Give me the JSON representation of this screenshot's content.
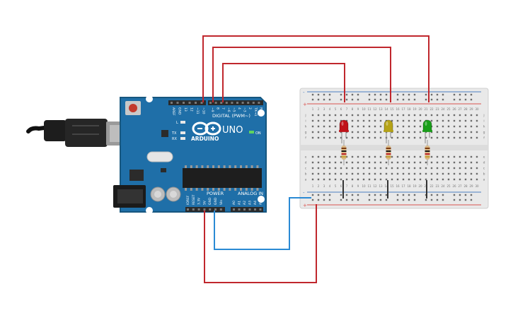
{
  "arduino": {
    "brand": "ARDUINO",
    "model": "UNO",
    "digital_header": "DIGITAL (PWM~)",
    "power_header": "POWER",
    "analog_header": "ANALOG IN",
    "on_label": "ON",
    "l_label": "L",
    "tx_label": "TX",
    "rx_label": "RX",
    "top_pin_labels": [
      "AREF",
      "GND",
      "13",
      "12",
      "~11",
      "~10",
      "~9",
      "8",
      "7",
      "~6",
      "~5",
      "4",
      "~3",
      "2",
      "TX→1",
      "RX←0"
    ],
    "power_pin_labels": [
      "IOREF",
      "RESET",
      "3.3V",
      "5V",
      "GND",
      "GND",
      "Vin"
    ],
    "analog_pin_labels": [
      "A0",
      "A1",
      "A2",
      "A3",
      "A4",
      "A5"
    ],
    "colors": {
      "board": "#1f6fa8",
      "board_edge": "#17577f",
      "header": "#2b2b2b"
    }
  },
  "breadboard": {
    "column_numbers": [
      "1",
      "2",
      "3",
      "4",
      "5",
      "6",
      "7",
      "8",
      "9",
      "10",
      "11",
      "12",
      "13",
      "14",
      "15",
      "16",
      "17",
      "18",
      "19",
      "20",
      "21",
      "22",
      "23",
      "24",
      "25",
      "26",
      "27",
      "28",
      "29",
      "30"
    ],
    "row_letters_top": [
      "j",
      "i",
      "h",
      "g",
      "f"
    ],
    "row_letters_bottom": [
      "e",
      "d",
      "c",
      "b",
      "a"
    ],
    "rail_plus": "+",
    "rail_minus": "-",
    "colors": {
      "body": "#e9e9e9",
      "hole": "#6b6b6b",
      "rail_red": "#d9534f",
      "rail_blue": "#4a7fc1"
    }
  },
  "leds": [
    {
      "name": "red-led",
      "color": "#c0131a"
    },
    {
      "name": "yellow-led",
      "color": "#b5a318"
    },
    {
      "name": "green-led",
      "color": "#1a9e1a"
    }
  ],
  "wires": {
    "signal_color": "#c0272d",
    "power_color": "#c0272d",
    "ground_color": "#2a8ad4"
  },
  "usb": {
    "colors": {
      "body": "#222222",
      "plug": "#9a9a9a"
    }
  }
}
